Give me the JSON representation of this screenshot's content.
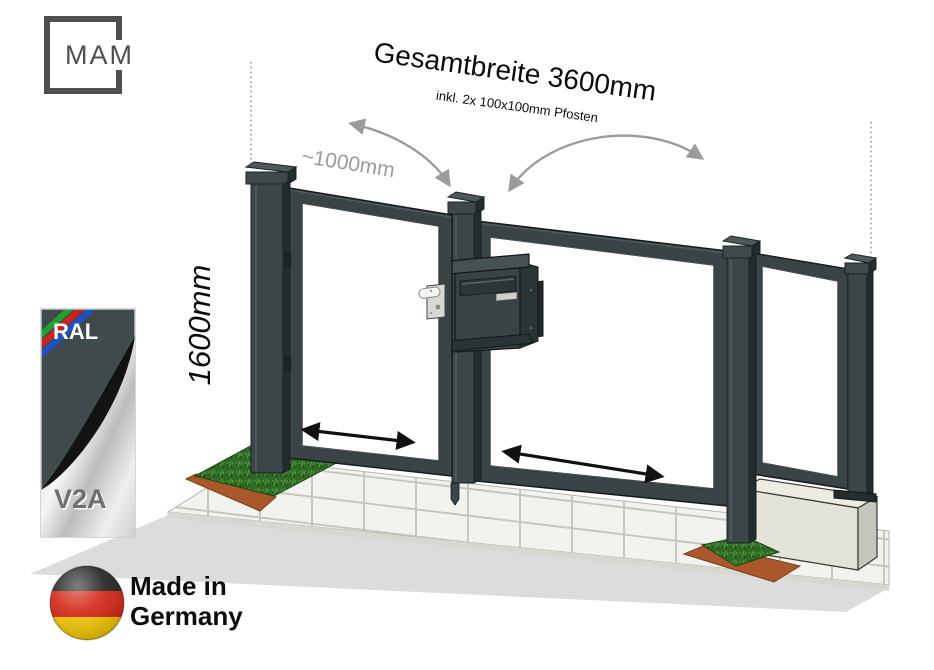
{
  "brand": {
    "logo_text": "MAM"
  },
  "header": {
    "title": "Gesamtbreite 3600mm",
    "subtitle": "inkl. 2x 100x100mm Pfosten"
  },
  "dimension_labels": {
    "gate_width": "~1000mm",
    "gate_height": "1600mm"
  },
  "badges": {
    "ral": {
      "label": "RAL",
      "material": "V2A"
    },
    "made_in_germany": {
      "line1": "Made in",
      "line2": "Germany"
    }
  },
  "colors": {
    "gate_anthracite": "#3C4649",
    "arrow_black": "#111111",
    "arrow_gray": "#9B9B9B",
    "flag_black": "#1A1A1A",
    "flag_red": "#D01F0E",
    "flag_gold": "#F0C400",
    "grass_green": "#2E6A25",
    "terracotta": "#A9572B",
    "concrete": "#E3E3DA",
    "tile": "#F2F2EE"
  },
  "illustration": {
    "elements": [
      "left-post",
      "pedestrian-gate-leaf",
      "lock",
      "letterbox",
      "centre-post",
      "main-gate-leaf",
      "right-post",
      "side-panel",
      "end-post",
      "concrete-block",
      "walkway-tiles",
      "grass-patches",
      "swing-arrows",
      "span-arrows",
      "extension-lines"
    ]
  }
}
